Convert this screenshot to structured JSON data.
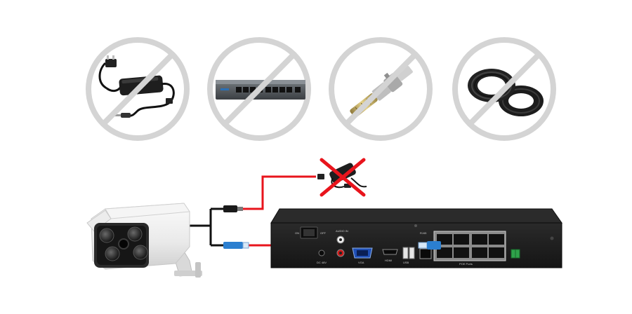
{
  "nvr": {
    "switch_on": "ON",
    "switch_off": "OFF",
    "audio_out": "AUDIO IN",
    "dc_label": "DC 48V",
    "vga": "VGA",
    "hdmi": "HDMI",
    "usb": "USB",
    "rj45": "RJ45",
    "poe_ports": "POE Ports"
  },
  "colors": {
    "circle": "#d4d4d4",
    "slash": "#d4d4d4",
    "cable": "#e8141c",
    "cross": "#e8141c",
    "chassis": "#1c1c1c"
  },
  "icons": [
    "power-adapter-icon",
    "network-switch-icon",
    "bnc-connector-icon",
    "coax-cable-icon"
  ]
}
